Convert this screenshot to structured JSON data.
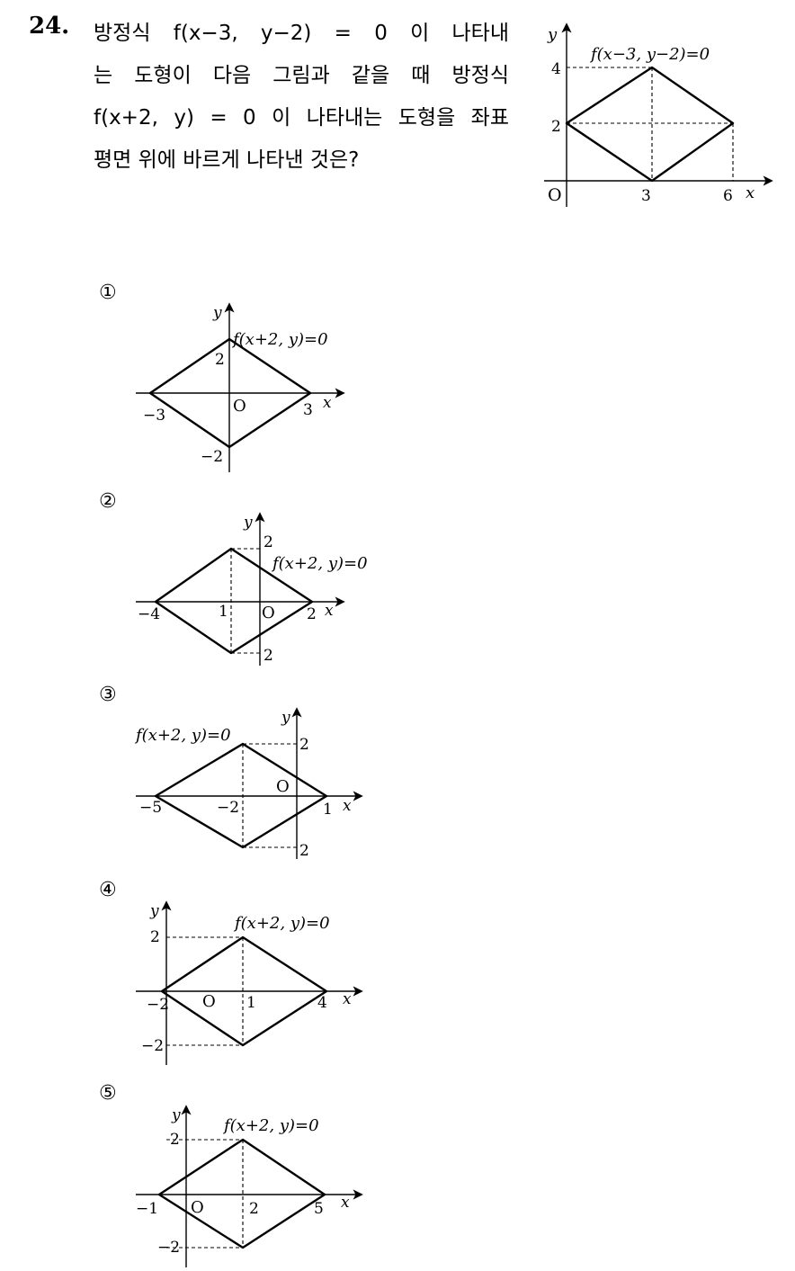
{
  "question": {
    "number": "24.",
    "line1": "방정식 f(x−3, y−2) = 0 이 나타내",
    "line2": "는 도형이 다음 그림과 같을 때 방정식",
    "line3": "f(x+2, y) = 0 이 나타내는 도형을 좌표",
    "line4": "평면 위에 바르게 나타낸 것은?"
  },
  "figure": {
    "label": "f(x−3, y−2)=0",
    "x_axis": "x",
    "y_axis": "y",
    "origin": "O",
    "ticks": {
      "x3": "3",
      "x6": "6",
      "y2": "2",
      "y4": "4"
    }
  },
  "options": [
    {
      "marker": "①",
      "label": "f(x+2, y)=0",
      "ticks": [
        "−3",
        "3",
        "2",
        "−2"
      ]
    },
    {
      "marker": "②",
      "label": "f(x+2, y)=0",
      "ticks": [
        "−4",
        "1",
        "2",
        "2",
        "2"
      ]
    },
    {
      "marker": "③",
      "label": "f(x+2, y)=0",
      "ticks": [
        "−5",
        "−2",
        "1",
        "2",
        "2"
      ]
    },
    {
      "marker": "④",
      "label": "f(x+2, y)=0",
      "ticks": [
        "−2",
        "1",
        "4",
        "2",
        "−2"
      ]
    },
    {
      "marker": "⑤",
      "label": "f(x+2, y)=0",
      "ticks": [
        "−1",
        "2",
        "5",
        "2",
        "−2"
      ]
    }
  ],
  "axes": {
    "x": "x",
    "y": "y",
    "origin": "O"
  }
}
